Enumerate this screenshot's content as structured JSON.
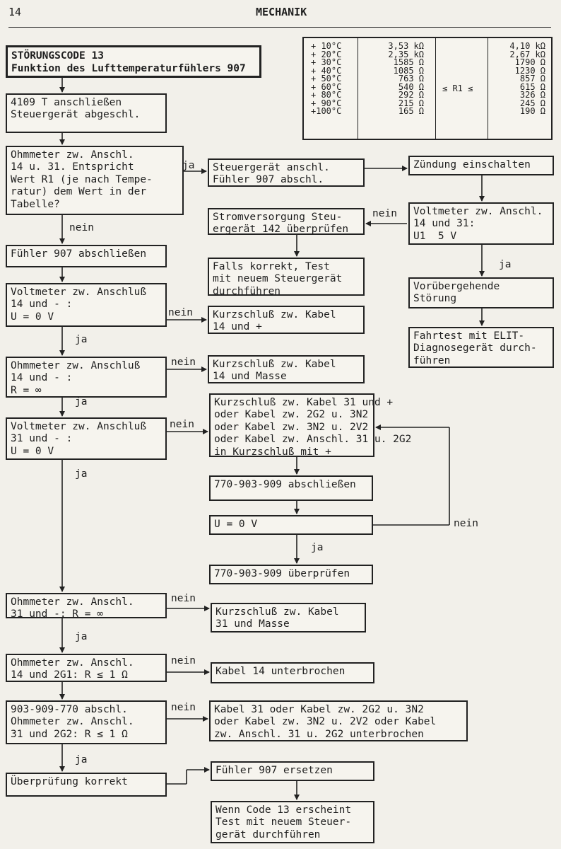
{
  "header": {
    "page_number": "14",
    "section": "MECHANIK"
  },
  "table": {
    "temps": [
      "+ 10°C",
      "+ 20°C",
      "+ 30°C",
      "+ 40°C",
      "+ 50°C",
      "+ 60°C",
      "+ 80°C",
      "+ 90°C",
      "+100°C"
    ],
    "min": [
      "3,53 kΩ",
      "2,35 kΩ",
      "1585 Ω",
      "1085 Ω",
      "763 Ω",
      "540 Ω",
      "292 Ω",
      "215 Ω",
      "165 Ω"
    ],
    "relation": "≤ R1 ≤",
    "max": [
      "4,10 kΩ",
      "2,67 kΩ",
      "1790 Ω",
      "1230 Ω",
      "857 Ω",
      "615 Ω",
      "326 Ω",
      "245 Ω",
      "190 Ω"
    ]
  },
  "boxes": {
    "title": "STÖRUNGSCODE 13\nFunktion des Lufttemperaturfühlers 907",
    "b1": "4109 T anschließen\nSteuergerät abgeschl.",
    "b2": "Ohmmeter zw. Anschl.\n14 u. 31. Entspricht\nWert R1 (je nach Tempe-\nratur) dem Wert in der\nTabelle?",
    "b3": "Fühler 907 abschließen",
    "b4": "Voltmeter zw. Anschluß\n14 und - :\nU = 0 V",
    "b5": "Ohmmeter zw. Anschluß\n14 und - :\nR = ∞",
    "b6": "Voltmeter zw. Anschluß\n31 und - :\nU = 0 V",
    "b7": "Ohmmeter zw. Anschl.\n31 und -: R = ∞",
    "b8": "Ohmmeter zw. Anschl.\n14 und 2G1: R ≤ 1 Ω",
    "b9": "903-909-770 abschl.\nOhmmeter zw. Anschl.\n31 und 2G2: R ≤ 1 Ω",
    "b10": "Überprüfung korrekt",
    "m1": "Steuergerät anschl.\nFühler 907 abschl.",
    "m2": "Stromversorgung Steu-\nergerät 142 überprüfen",
    "m3": "Falls korrekt, Test\nmit neuem Steuergerät\ndurchführen",
    "m4": "Kurzschluß zw. Kabel\n14 und +",
    "m5": "Kurzschluß zw. Kabel\n14 und Masse",
    "m6": "Kurzschluß zw. Kabel 31 und +\noder Kabel zw. 2G2 u. 3N2\noder Kabel zw. 3N2 u. 2V2\noder Kabel zw. Anschl. 31 u. 2G2\nin Kurzschluß mit +",
    "m7": "770-903-909 abschließen",
    "m8": "U = 0 V",
    "m9": "770-903-909 überprüfen",
    "m10": "Kurzschluß zw. Kabel\n31 und Masse",
    "m11": "Kabel 14 unterbrochen",
    "m12": "Kabel 31 oder Kabel zw. 2G2 u. 3N2\noder Kabel zw. 3N2 u. 2V2 oder Kabel\nzw. Anschl. 31 u. 2G2 unterbrochen",
    "m13": "Fühler 907 ersetzen",
    "m14": "Wenn Code 13 erscheint\nTest mit neuem Steuer-\ngerät durchführen",
    "r1": "Zündung einschalten",
    "r2": "Voltmeter zw. Anschl.\n14 und 31:\nU1  5 V",
    "r3": "Vorübergehende\nStörung",
    "r4": "Fahrtest mit ELIT-\nDiagnosegerät durch-\nführen"
  },
  "labels": {
    "yes": "ja",
    "no": "nein"
  }
}
